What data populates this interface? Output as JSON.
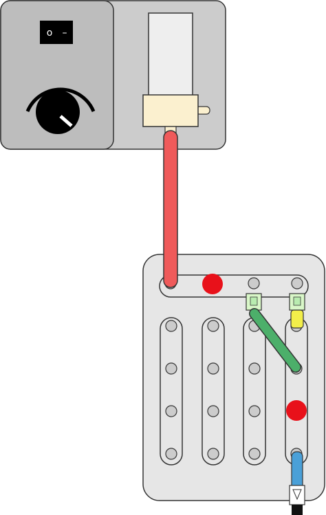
{
  "power_supply": {
    "switch_off_symbol": "o",
    "switch_on_symbol": "–",
    "icons": [
      "power-switch-icon",
      "dial-knob-icon",
      "syringe-pump-icon"
    ]
  },
  "colors": {
    "housing": "#cccccc",
    "panel": "#bdbdbd",
    "board": "#e6e6e6",
    "hole": "#cccccc",
    "red_tube": "#ef5a5a",
    "red_dot": "#e8111a",
    "green_tube": "#4caf6a",
    "yellow_connector": "#f2ee4a",
    "blue_tube": "#4aa0d8",
    "pump_body": "#eeeeee",
    "pump_collar": "#fbf0cf"
  },
  "board": {
    "columns": 4,
    "holes_per_column": 4,
    "markers": [
      "red-dot-top",
      "red-dot-right-column"
    ],
    "connections": [
      "red-tube",
      "green-tube",
      "blue-tube"
    ]
  }
}
